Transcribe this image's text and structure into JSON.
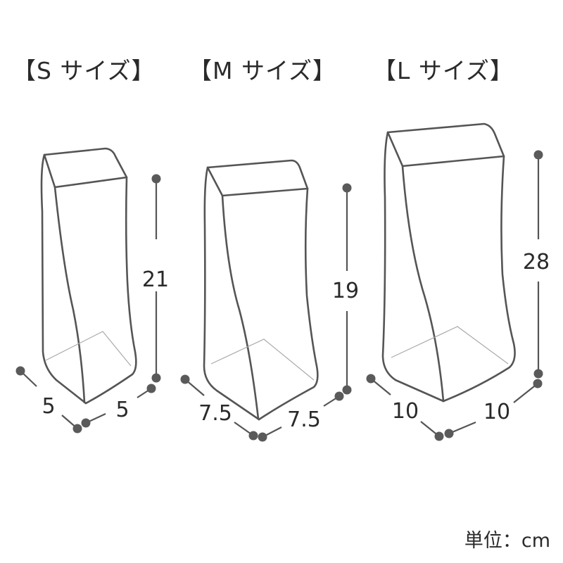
{
  "titles": {
    "s": "【S サイズ】",
    "m": "【M サイズ】",
    "l": "【L サイズ】"
  },
  "dimensions": {
    "s": {
      "width": "5",
      "depth": "5",
      "height": "21"
    },
    "m": {
      "width": "7.5",
      "depth": "7.5",
      "height": "19"
    },
    "l": {
      "width": "10",
      "depth": "10",
      "height": "28"
    }
  },
  "unit_label": "単位：cm"
}
